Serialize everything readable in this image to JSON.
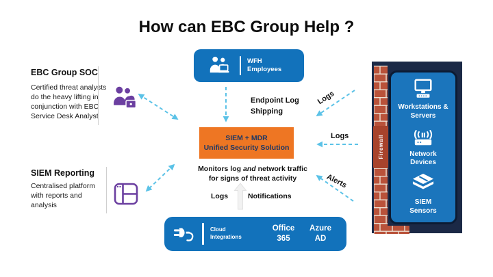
{
  "title": "How can EBC Group Help ?",
  "colors": {
    "primary_blue": "#1272bb",
    "device_blue": "#1b75bc",
    "orange": "#ee7623",
    "orange_text_navy": "#1f3864",
    "panel_navy": "#1b2946",
    "purple": "#6b3fa0",
    "arrow_cyan": "#5bc2e7",
    "brick": "#b9523a"
  },
  "wfh": {
    "icon": "wfh-employees-icon",
    "label": "WFH Employees"
  },
  "soc": {
    "heading": "EBC Group SOC",
    "body": "Certified threat analysts do the heavy lifting in conjunction with EBC Service Desk Analyst",
    "icon": "analysts-lock-icon"
  },
  "reporting": {
    "heading": "SIEM Reporting",
    "body": "Centralised platform with reports and analysis",
    "icon": "dashboard-window-icon"
  },
  "endpoint_label": "Endpoint Log Shipping",
  "siem_box": {
    "line1": "SIEM + MDR",
    "line2": "Unified Security Solution"
  },
  "monitors": {
    "part1": "Monitors log ",
    "part2": "and",
    "part3": " network traffic for signs of threat activity"
  },
  "labels": {
    "logs_top": "Logs",
    "logs_mid": "Logs",
    "alerts": "Alerts",
    "logs_bottom": "Logs",
    "notifications": "Notifications"
  },
  "cloud": {
    "icon": "plug-icon",
    "label": "Cloud Integrations",
    "office": "Office 365",
    "azure": "Azure AD"
  },
  "right_panel": {
    "firewall_label": "Firewall",
    "items": [
      {
        "icon": "monitor-icon",
        "label": "Workstations & Servers"
      },
      {
        "icon": "router-icon",
        "label": "Network Devices"
      },
      {
        "icon": "sensor-icon",
        "label": "SIEM Sensors"
      }
    ]
  }
}
